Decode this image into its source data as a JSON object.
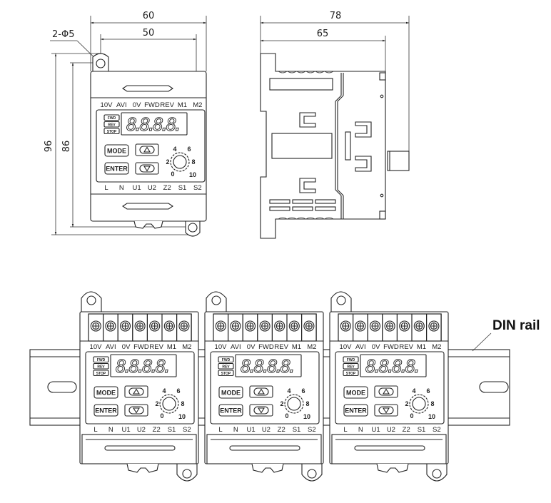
{
  "front_view": {
    "dimensions": {
      "overall_width": "60",
      "hole_spacing_width": "50",
      "overall_height": "96",
      "hole_spacing_height": "86",
      "mounting_holes": "2-Φ5"
    }
  },
  "side_view": {
    "dimensions": {
      "overall_depth": "78",
      "body_depth": "65"
    }
  },
  "module": {
    "top_terminals": [
      "10V",
      "AVI",
      "0V",
      "FWD",
      "REV",
      "M1",
      "M2"
    ],
    "bottom_terminals": [
      "L",
      "N",
      "U1",
      "U2",
      "Z2",
      "S1",
      "S2"
    ],
    "status_leds": [
      "FWD",
      "REV",
      "STOP"
    ],
    "display": "8.8.8.8.",
    "buttons": {
      "mode": "MODE",
      "enter": "ENTER",
      "up": "up-triangle",
      "down": "down-triangle"
    },
    "knob_scale": [
      "0",
      "2",
      "4",
      "6",
      "8",
      "10"
    ]
  },
  "rail_assembly": {
    "module_count": 3,
    "din_rail_label": "DIN rail"
  }
}
